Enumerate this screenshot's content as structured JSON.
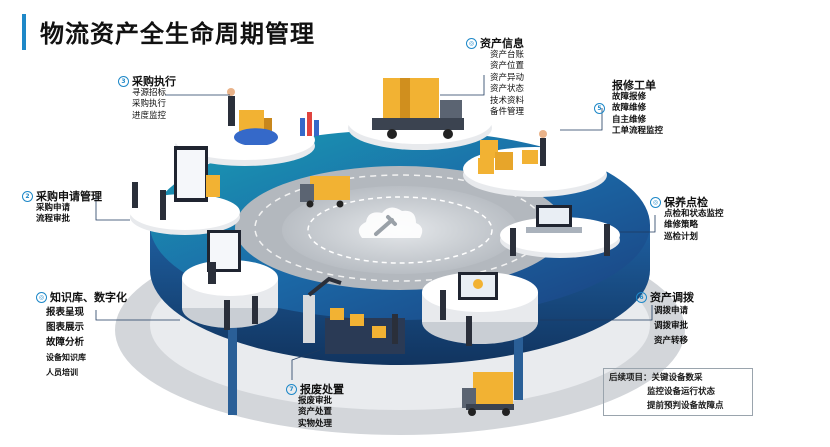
{
  "title": "物流资产全生命周期管理",
  "sections": {
    "asset_info": {
      "num": "",
      "title": "资产信息",
      "items": [
        "资产台账",
        "资产位置",
        "资产异动",
        "资产状态",
        "技术资料",
        "备件管理"
      ]
    },
    "purchase_exec": {
      "num": "3",
      "title": "采购执行",
      "items": [
        "寻源招标",
        "采购执行",
        "进度监控"
      ]
    },
    "repair_order": {
      "num": "5",
      "title": "报修工单",
      "items": [
        "故障报修",
        "故障维修",
        "自主维修",
        "工单流程监控"
      ]
    },
    "purchase_req": {
      "num": "2",
      "title": "采购申请管理",
      "items": [
        "采购申请",
        "流程审批"
      ]
    },
    "maintenance": {
      "num": "",
      "title": "保养点检",
      "items": [
        "点检和状态监控",
        "维修策略",
        "巡检计划"
      ]
    },
    "knowledge": {
      "num": "",
      "title": "知识库、数字化",
      "items": [
        "报表呈现",
        "图表展示",
        "故障分析",
        "设备知识库",
        "人员培训"
      ]
    },
    "transfer": {
      "num": "6",
      "title": "资产调拨",
      "items": [
        "调拨申请",
        "调拨审批",
        "资产转移"
      ]
    },
    "disposal": {
      "num": "7",
      "title": "报废处置",
      "items": [
        "报废审批",
        "资产处置",
        "实物处理"
      ]
    }
  },
  "followup": {
    "label": "后续项目：关键设备数采",
    "items": [
      "监控设备运行状态",
      "提前预判设备故障点"
    ]
  },
  "colors": {
    "accent": "#1e88c8",
    "ring_dark": "#1b4e8c",
    "ring_teal": "#1aa3b8",
    "road": "#c9cdd2"
  }
}
